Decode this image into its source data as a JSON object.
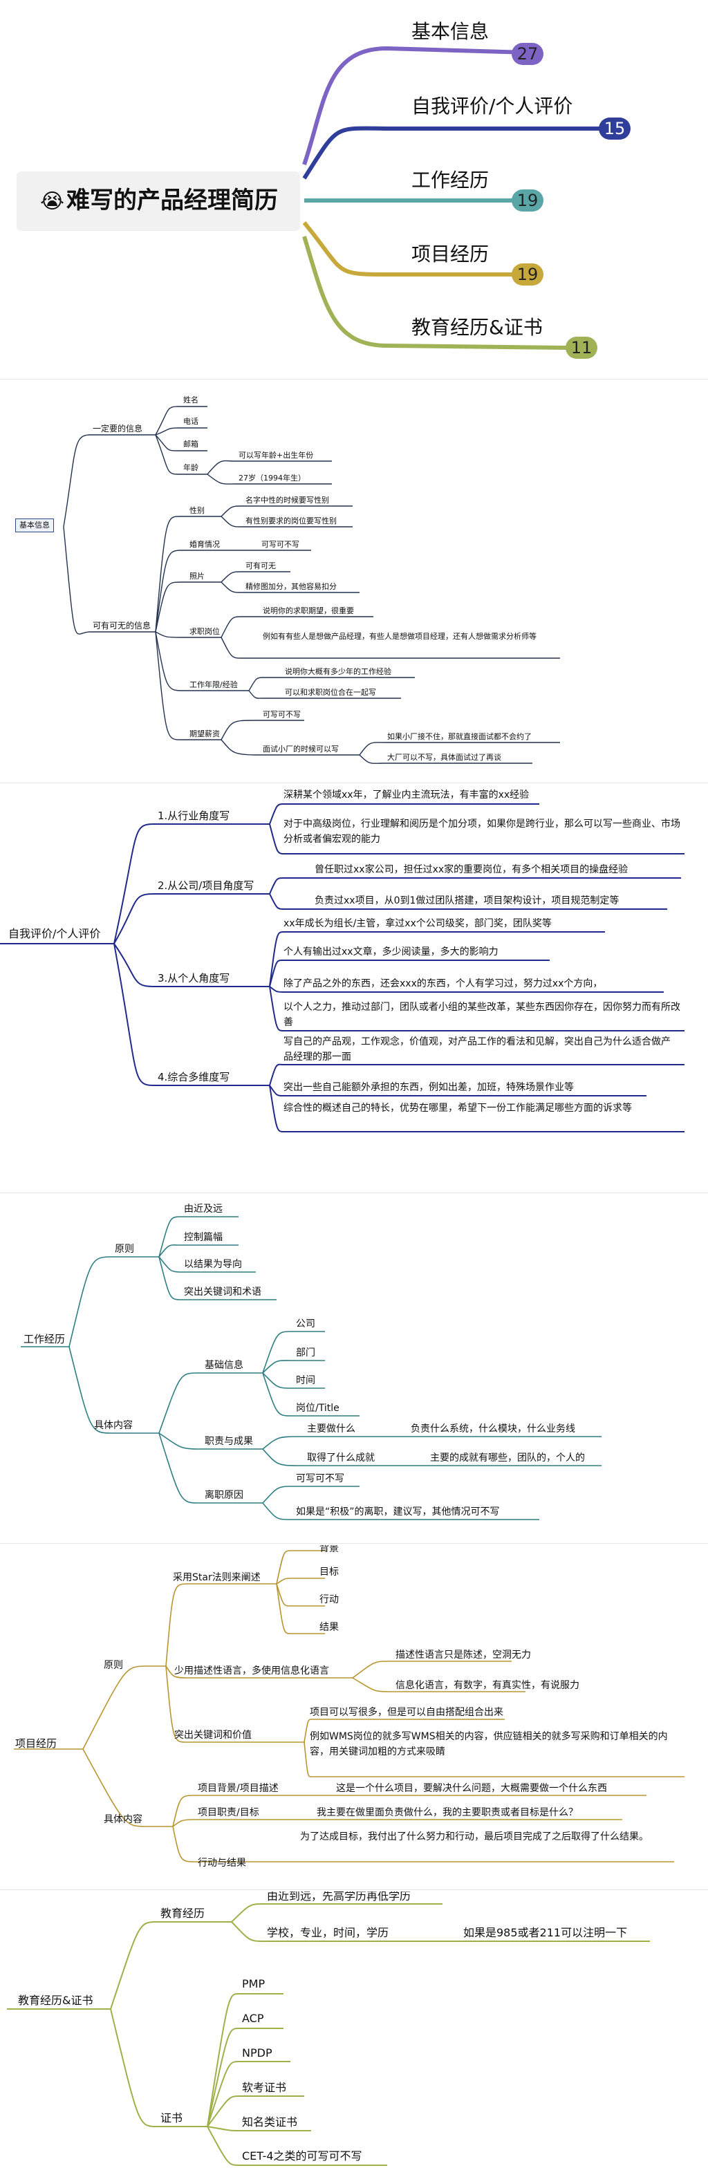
{
  "overview": {
    "root": "难写的产品经理简历",
    "emoji": "😭",
    "branches": [
      {
        "label": "基本信息",
        "count": "27",
        "color": "#7c63c4"
      },
      {
        "label": "自我评价/个人评价",
        "count": "15",
        "color": "#2e3e9a"
      },
      {
        "label": "工作经历",
        "count": "19",
        "color": "#5aa6a7"
      },
      {
        "label": "项目经历",
        "count": "19",
        "color": "#c7a83b"
      },
      {
        "label": "教育经历&证书",
        "count": "11",
        "color": "#9fb356"
      }
    ]
  },
  "basic": {
    "root": "基本信息",
    "required": "一定要的信息",
    "required_items": [
      "姓名",
      "电话",
      "邮箱",
      "年龄"
    ],
    "age_items": [
      "可以写年龄+出生年份",
      "27岁（1994年生）"
    ],
    "optional": "可有可无的信息",
    "optional_items": [
      "性别",
      "婚育情况",
      "照片",
      "求职岗位",
      "工作年限/经验",
      "期望薪资"
    ],
    "gender_items": [
      "名字中性的时候要写性别",
      "有性别要求的岗位要写性别"
    ],
    "marriage_items": [
      "可写可不写"
    ],
    "photo_items": [
      "可有可无",
      "精修图加分，其他容易扣分"
    ],
    "job_items": [
      "说明你的求职期望，很重要",
      "例如有有些人是想做产品经理，有些人是想做项目经理，还有人想做需求分析师等"
    ],
    "years_items": [
      "说明你大概有多少年的工作经验",
      "可以和求职岗位合在一起写"
    ],
    "salary_items": [
      "可写可不写",
      "面试小厂的时候可以写"
    ],
    "salary_sub": [
      "如果小厂接不住，那就直接面试都不会约了",
      "大厂可以不写，具体面试过了再谈"
    ]
  },
  "self": {
    "root": "自我评价/个人评价",
    "groups": [
      {
        "label": "1.从行业角度写",
        "items": [
          "深耕某个领域xx年，了解业内主流玩法，有丰富的xx经验",
          "对于中高级岗位，行业理解和阅历是个加分项，如果你是跨行业，那么可以写一些商业、市场分析或者偏宏观的能力"
        ]
      },
      {
        "label": "2.从公司/项目角度写",
        "items": [
          "曾任职过xx家公司，担任过xx家的重要岗位，有多个相关项目的操盘经验",
          "负责过xx项目，从0到1做过团队搭建，项目架构设计，项目规范制定等"
        ]
      },
      {
        "label": "3.从个人角度写",
        "items": [
          "xx年成长为组长/主管，拿过xx个公司级奖，部门奖，团队奖等",
          "个人有输出过xx文章，多少阅读量，多大的影响力",
          "除了产品之外的东西，还会xxx的东西，个人有学习过，努力过xx个方向，",
          "以个人之力，推动过部门，团队或者小组的某些改革，某些东西因你存在，因你努力而有所改善"
        ]
      },
      {
        "label": "4.综合多维度写",
        "items": [
          "写自己的产品观，工作观念，价值观，对产品工作的看法和见解，突出自己为什么适合做产品经理的那一面",
          "突出一些自己能额外承担的东西，例如出差，加班，特殊场景作业等",
          "综合性的概述自己的特长，优势在哪里，希望下一份工作能满足哪些方面的诉求等"
        ]
      }
    ]
  },
  "work": {
    "root": "工作经历",
    "principle": "原则",
    "principle_items": [
      "由近及远",
      "控制篇幅",
      "以结果为导向",
      "突出关键词和术语"
    ],
    "content": "具体内容",
    "basic": "基础信息",
    "basic_items": [
      "公司",
      "部门",
      "时间",
      "岗位/Title"
    ],
    "duty": "职责与成果",
    "duty_items": [
      "主要做什么",
      "取得了什么成就"
    ],
    "duty_notes": [
      "负责什么系统，什么模块，什么业务线",
      "主要的成就有哪些，团队的，个人的"
    ],
    "leave": "离职原因",
    "leave_items": [
      "可写可不写",
      "如果是“积极”的离职，建议写，其他情况可不写"
    ]
  },
  "project": {
    "root": "项目经历",
    "principle": "原则",
    "star": "采用Star法则来阐述",
    "star_items": [
      "背景",
      "目标",
      "行动",
      "结果"
    ],
    "desc": "少用描述性语言，多使用信息化语言",
    "desc_items": [
      "描述性语言只是陈述，空洞无力",
      "信息化语言，有数字，有真实性，有说服力"
    ],
    "kw": "突出关键词和价值",
    "kw_items": [
      "项目可以写很多，但是可以自由搭配组合出来",
      "例如WMS岗位的就多写WMS相关的内容，供应链相关的就多写采购和订单相关的内容，用关键词加粗的方式来吸睛"
    ],
    "content": "具体内容",
    "c1": "项目背景/项目描述",
    "c1_note": "这是一个什么项目，要解决什么问题，大概需要做一个什么东西",
    "c2": "项目职责/目标",
    "c2_note": "我主要在做里面负责做什么，我的主要职责或者目标是什么？",
    "c3": "行动与结果",
    "c3_note": "为了达成目标，我付出了什么努力和行动，最后项目完成了之后取得了什么结果。"
  },
  "edu": {
    "root": "教育经历&证书",
    "edu": "教育经历",
    "edu_items": [
      "由近到远，先高学历再低学历",
      "学校，专业，时间，学历"
    ],
    "edu_note": "如果是985或者211可以注明一下",
    "cert": "证书",
    "cert_items": [
      "PMP",
      "ACP",
      "NPDP",
      "软考证书",
      "知名类证书",
      "CET-4之类的可写可不写"
    ]
  }
}
